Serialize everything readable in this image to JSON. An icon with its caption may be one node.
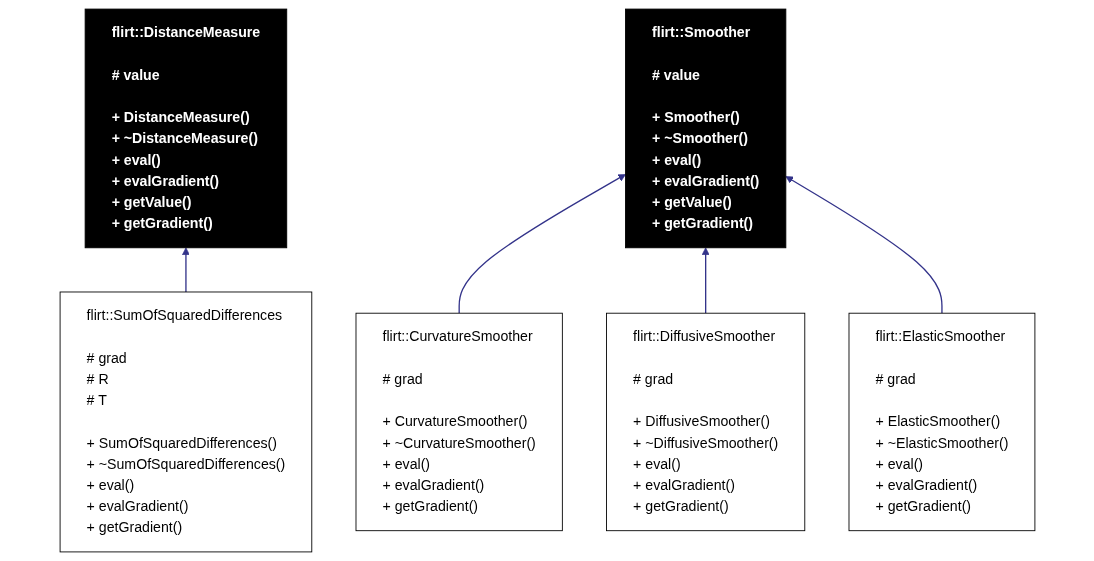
{
  "diagram": {
    "nodes": [
      {
        "text": [
          "flirt::DistanceMeasure",
          "# value",
          "+ DistanceMeasure() + ~DistanceMeasure() + eval() + evalGradient() + getValue() + getGradient()"
        ]
      },
      {
        "text": [
          "flirt::Smoother",
          "# value",
          "+ Smoother() + ~Smoother() + eval() + evalGradient() + getValue() + getGradient()"
        ]
      },
      {
        "text": [
          "flirt::SumOfSquaredDifferences",
          "# grad # R # T",
          "+ SumOfSquaredDifferences() + ~SumOfSquaredDifferences() + eval() + evalGradient() + getGradient()"
        ]
      },
      {
        "text": [
          "flirt::CurvatureSmoother",
          "# grad",
          "+ CurvatureSmoother() + ~CurvatureSmoother() + eval() + evalGradient() + getGradient()"
        ]
      },
      {
        "text": [
          "flirt::DiffusiveSmoother",
          "# grad",
          "+ DiffusiveSmoother() + ~DiffusiveSmoother() + eval() + evalGradient() + getGradient()"
        ]
      },
      {
        "text": [
          "flirt::ElasticSmoother",
          "# grad",
          "+ ElasticSmoother() + ~ElasticSmoother() + eval() + evalGradient() + getGradient()"
        ]
      }
    ],
    "edges": [
      {
        "from": 2,
        "to": 0,
        "arrow": "to"
      },
      {
        "from": 3,
        "to": 1,
        "arrow": "to"
      },
      {
        "from": 4,
        "to": 1,
        "arrow": "to"
      },
      {
        "from": 5,
        "to": 1,
        "arrow": "to"
      }
    ]
  }
}
